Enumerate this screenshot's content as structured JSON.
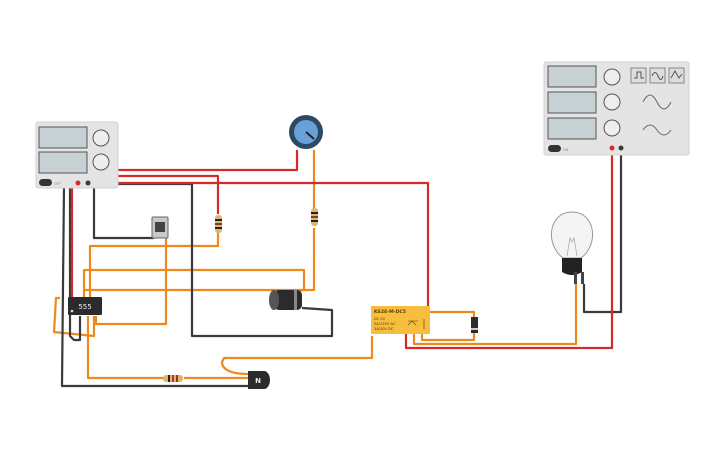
{
  "canvas": {
    "title": ""
  },
  "components": {
    "power_supply": {
      "switch_label": "OFF"
    },
    "function_generator": {
      "switch_label": "ON"
    },
    "timer_ic": {
      "label": "555"
    },
    "transistor": {
      "label": "N"
    },
    "relay": {
      "model": "KS2E-M-DC5",
      "line1": "DC 5V",
      "line2": "5A/125V AC",
      "line3": "3A/30V DC"
    }
  },
  "colors": {
    "wire_red": "#d42a2a",
    "wire_black": "#3a3a3a",
    "wire_orange": "#ee8a1c",
    "relay_body": "#f6bd3e",
    "instrument_body": "#e4e4e4",
    "display": "#c7d0d2",
    "pot_knob": "#6aa0d8"
  }
}
